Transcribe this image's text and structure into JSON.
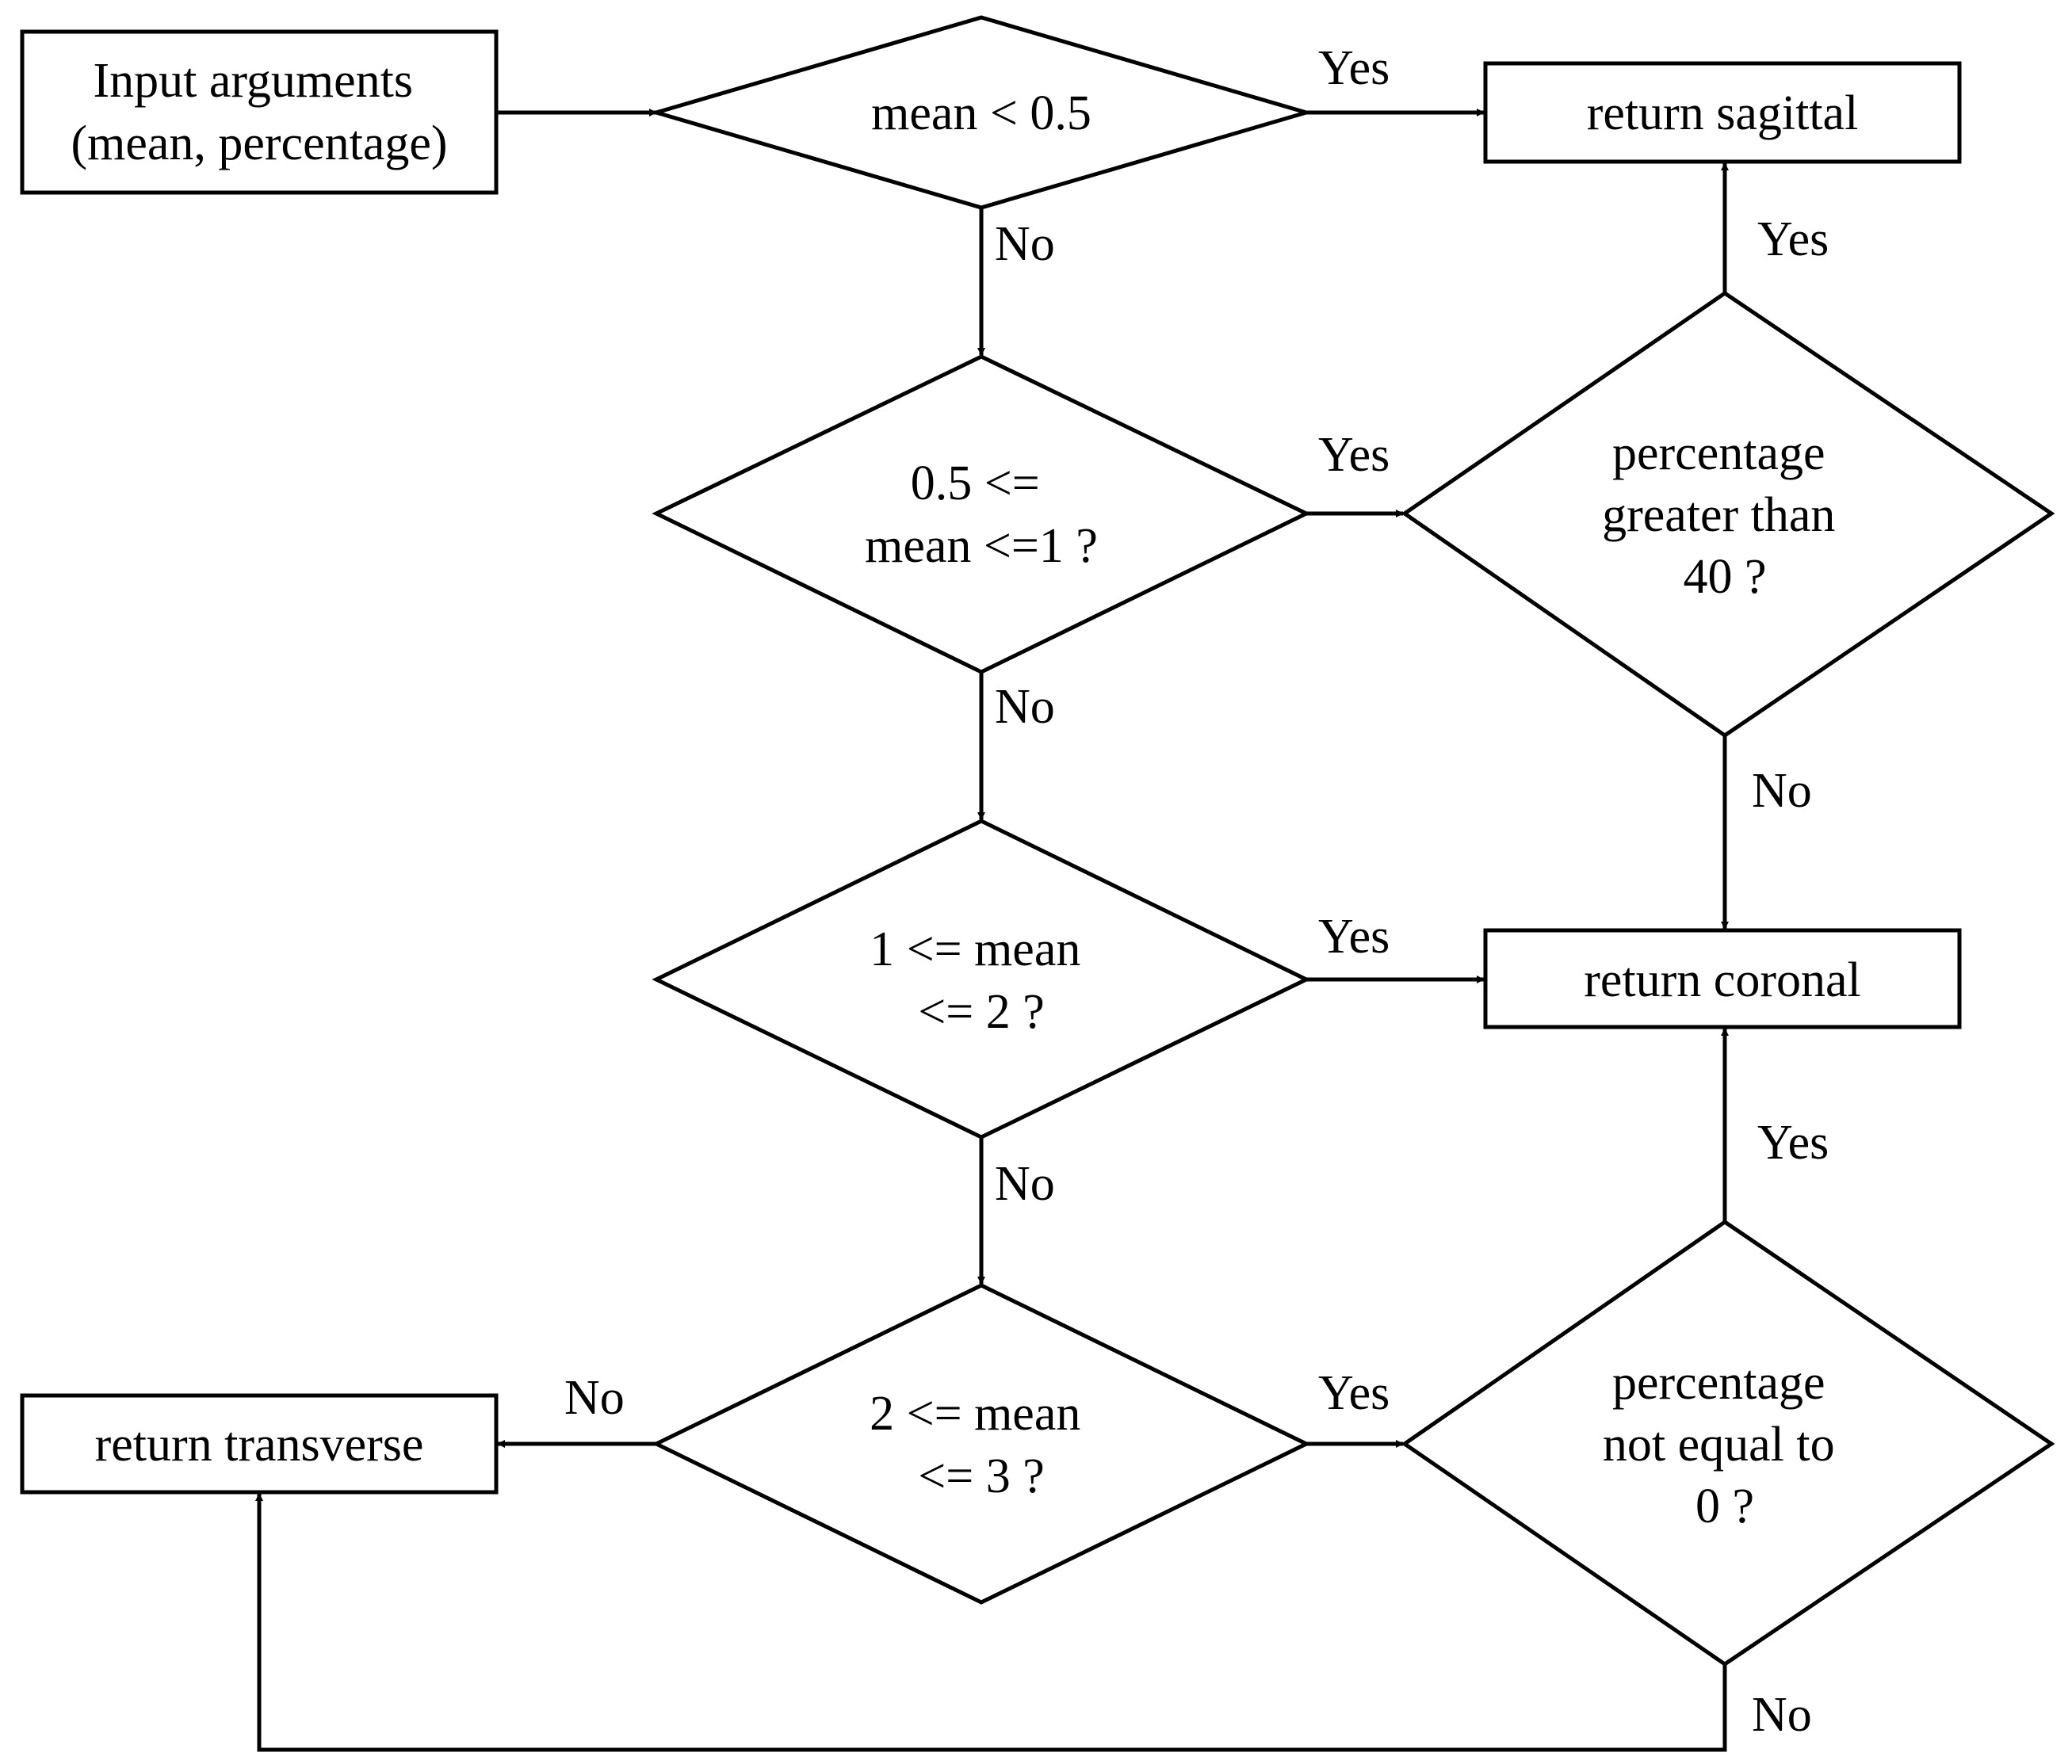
{
  "nodes": {
    "input": {
      "lines": [
        "Input arguments",
        "(mean, percentage)"
      ]
    },
    "d1": {
      "lines": [
        "mean < 0.5"
      ]
    },
    "d2": {
      "lines": [
        "0.5 <=",
        "mean <=1 ?"
      ]
    },
    "d3": {
      "lines": [
        "1 <= mean",
        "<= 2 ?"
      ]
    },
    "d4": {
      "lines": [
        "2 <= mean",
        "<= 3 ?"
      ]
    },
    "p1": {
      "lines": [
        "percentage",
        "greater than",
        "40 ?"
      ]
    },
    "p2": {
      "lines": [
        "percentage",
        "not equal to",
        "0 ?"
      ]
    },
    "sagittal": {
      "lines": [
        "return sagittal"
      ]
    },
    "coronal": {
      "lines": [
        "return coronal"
      ]
    },
    "transverse": {
      "lines": [
        "return transverse"
      ]
    }
  },
  "edges": {
    "d1_yes": "Yes",
    "d1_no": "No",
    "d2_yes": "Yes",
    "d2_no": "No",
    "d3_yes": "Yes",
    "d3_no": "No",
    "d4_yes": "Yes",
    "d4_no": "No",
    "p1_yes": "Yes",
    "p1_no": "No",
    "p2_yes": "Yes",
    "p2_no": "No"
  },
  "colors": {
    "stroke": "#000000",
    "fill": "#ffffff",
    "text": "#000000"
  }
}
